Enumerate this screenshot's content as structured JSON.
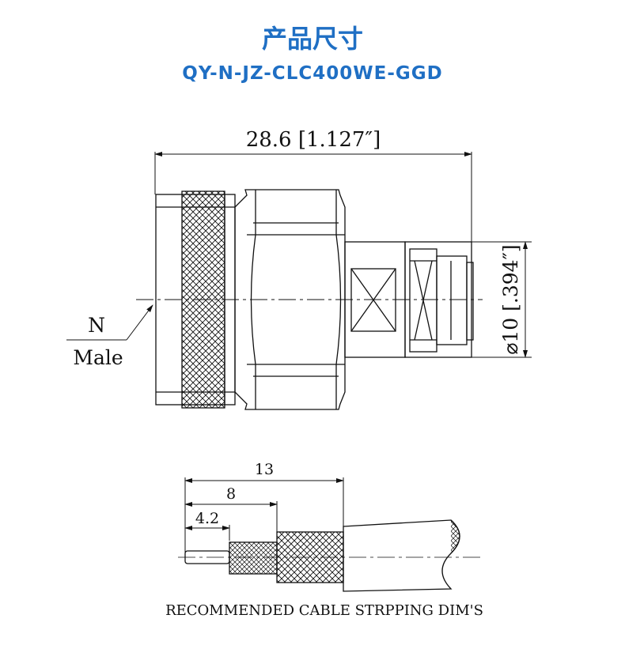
{
  "header": {
    "title": "产品尺寸",
    "model": "QY-N-JZ-CLC400WE-GGD"
  },
  "drawing": {
    "length_dim": "28.6 [1.127″]",
    "diameter_dim": "⌀10 [.394″]",
    "connector_label_top": "N",
    "connector_label_bottom": "Male"
  },
  "strip": {
    "dim_13": "13",
    "dim_8": "8",
    "dim_4_2": "4.2",
    "caption": "RECOMMENDED CABLE STRPPING DIM'S"
  },
  "colors": {
    "title": "#1f6fc4",
    "line": "#111111"
  }
}
